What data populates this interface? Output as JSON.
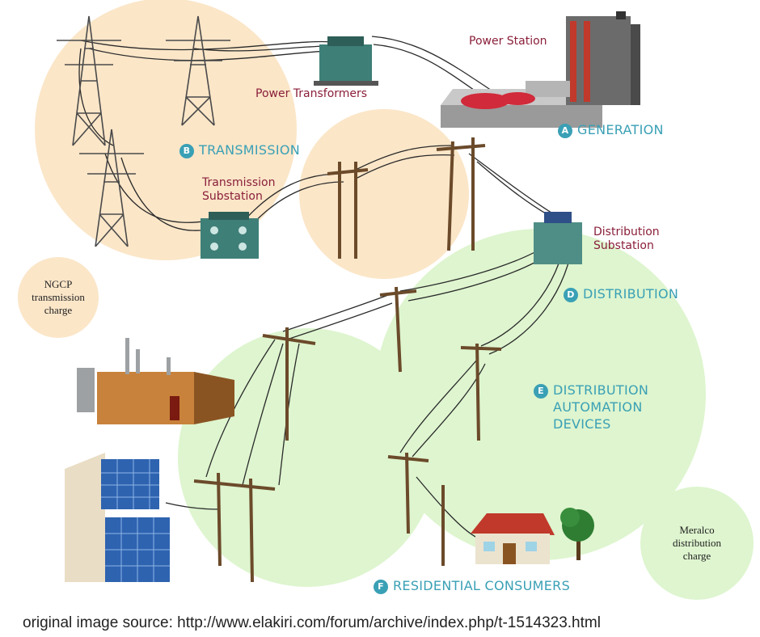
{
  "labels": {
    "power_station": "Power Station",
    "power_transformers": "Power Transformers",
    "transmission_substation": [
      "Transmission",
      "Substation"
    ],
    "distribution_substation": [
      "Distribution",
      "Substation"
    ]
  },
  "sections": {
    "generation": {
      "letter": "A",
      "text": "GENERATION"
    },
    "transmission": {
      "letter": "B",
      "text": "TRANSMISSION"
    },
    "distribution": {
      "letter": "D",
      "text": "DISTRIBUTION"
    },
    "automation": {
      "letter": "E",
      "text_lines": [
        "DISTRIBUTION",
        "AUTOMATION",
        "DEVICES"
      ]
    },
    "residential": {
      "letter": "F",
      "text": "RESIDENTIAL CONSUMERS"
    }
  },
  "notes": {
    "ngcp": [
      "NGCP",
      "transmission",
      "charge"
    ],
    "meralco": [
      "Meralco",
      "distribution",
      "charge"
    ]
  },
  "caption": "original image source: http://www.elakiri.com/forum/archive/index.php/t-1514323.html",
  "colors": {
    "transmission_zone": "#fbe6c8",
    "distribution_zone": "#def5cf",
    "label_maroon": "#8a1f3a",
    "label_teal": "#3aa0b5"
  }
}
